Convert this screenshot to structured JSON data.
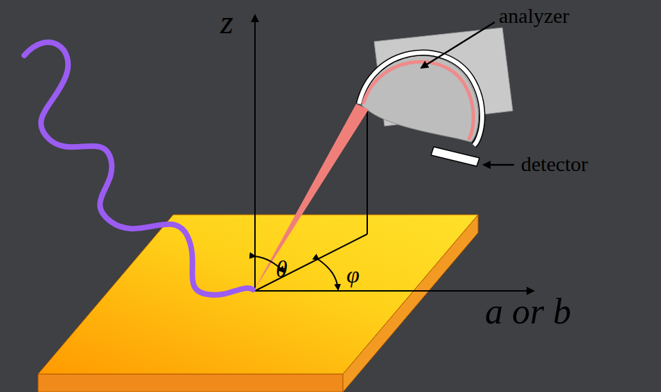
{
  "diagram": {
    "labels": [
      "z",
      "analyzer",
      "θ",
      "φ",
      "detector",
      "a or b"
    ]
  }
}
